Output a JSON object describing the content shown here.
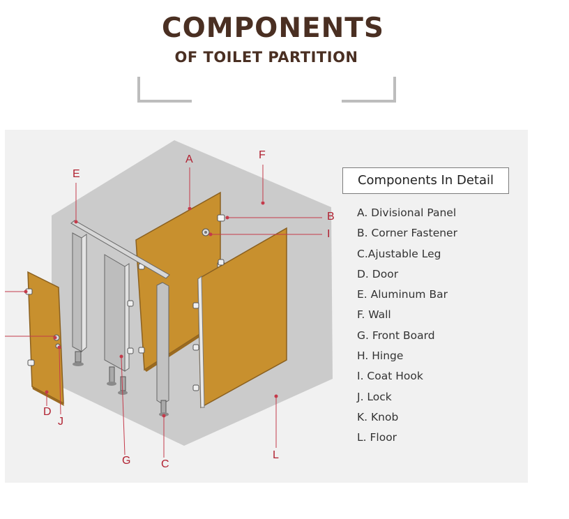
{
  "header": {
    "title": "COMPONENTS",
    "subtitle": "OF TOILET PARTITION"
  },
  "legend": {
    "title": "Components In Detail",
    "items": [
      "A. Divisional Panel",
      "B. Corner Fastener",
      "C.Ajustable Leg",
      "D. Door",
      "E. Aluminum Bar",
      "F. Wall",
      "G. Front Board",
      "H. Hinge",
      "I. Coat Hook",
      "J. Lock",
      "K. Knob",
      "L. Floor"
    ]
  },
  "callouts": {
    "A": "A",
    "B": "B",
    "C": "C",
    "D": "D",
    "E": "E",
    "F": "F",
    "G": "G",
    "I": "I",
    "J": "J",
    "L": "L"
  },
  "colors": {
    "title": "#4a2f22",
    "callout": "#b02030",
    "panel": "#c8902e",
    "wall": "#c9c9c9",
    "background": "#f1f1f1"
  }
}
